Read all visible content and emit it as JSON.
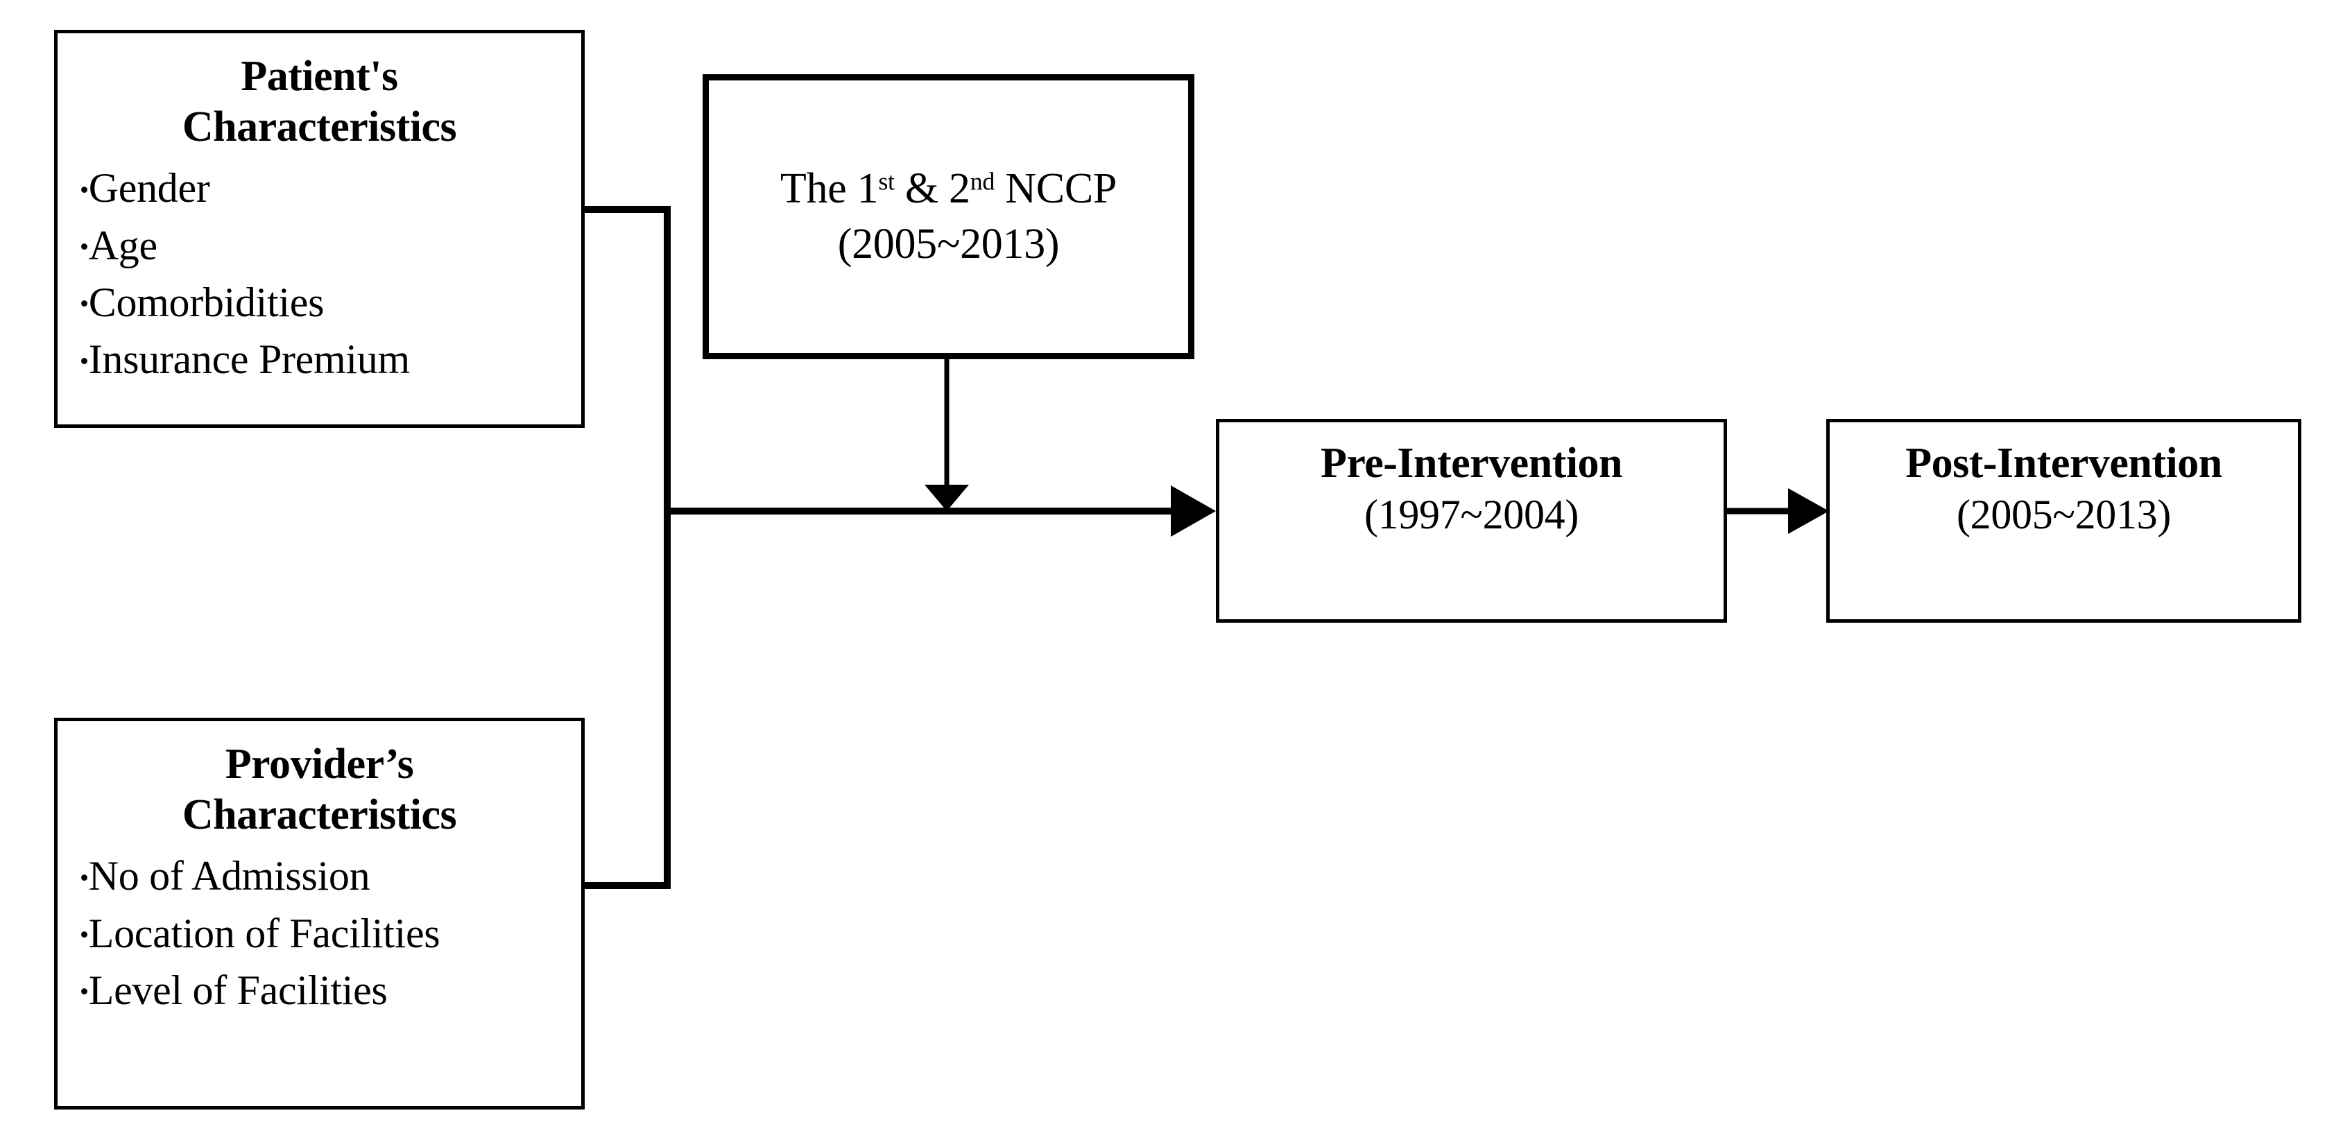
{
  "diagram": {
    "title": "Study design flow diagram",
    "background_color": "#ffffff",
    "line_color": "#000000"
  },
  "nodes": {
    "patient": {
      "title_line_1": "Patient's",
      "title_line_2": "Characteristics",
      "items": [
        "Gender",
        "Age",
        "Comorbidities",
        "Insurance Premium"
      ],
      "bullet_glyph": "•"
    },
    "provider": {
      "title_line_1": "Provider’s",
      "title_line_2": "Characteristics",
      "items": [
        "No of Admission",
        "Location of Facilities",
        "Level of Facilities"
      ],
      "bullet_glyph": "•"
    },
    "nccp": {
      "prefix": "The 1",
      "sup_1": "st",
      "middle": " & 2",
      "sup_2": "nd",
      "suffix": " NCCP",
      "years": "(2005~2013)"
    },
    "pre_intervention": {
      "title": "Pre-Intervention",
      "years": "(1997~2004)"
    },
    "post_intervention": {
      "title": "Post-Intervention",
      "years": "(2005~2013)"
    }
  },
  "connectors": [
    {
      "name": "patient-to-trunk",
      "from": "patient",
      "to": "merge-trunk",
      "style": "elbow",
      "arrowhead": false
    },
    {
      "name": "provider-to-trunk",
      "from": "provider",
      "to": "merge-trunk",
      "style": "elbow",
      "arrowhead": false
    },
    {
      "name": "trunk-to-pre-intervention",
      "from": "merge-trunk",
      "to": "pre_intervention",
      "style": "straight",
      "arrowhead": true
    },
    {
      "name": "nccp-to-trunk",
      "from": "nccp",
      "to": "merge-trunk",
      "style": "straight",
      "arrowhead": true
    },
    {
      "name": "pre-to-post-intervention",
      "from": "pre_intervention",
      "to": "post_intervention",
      "style": "straight",
      "arrowhead": true
    }
  ]
}
